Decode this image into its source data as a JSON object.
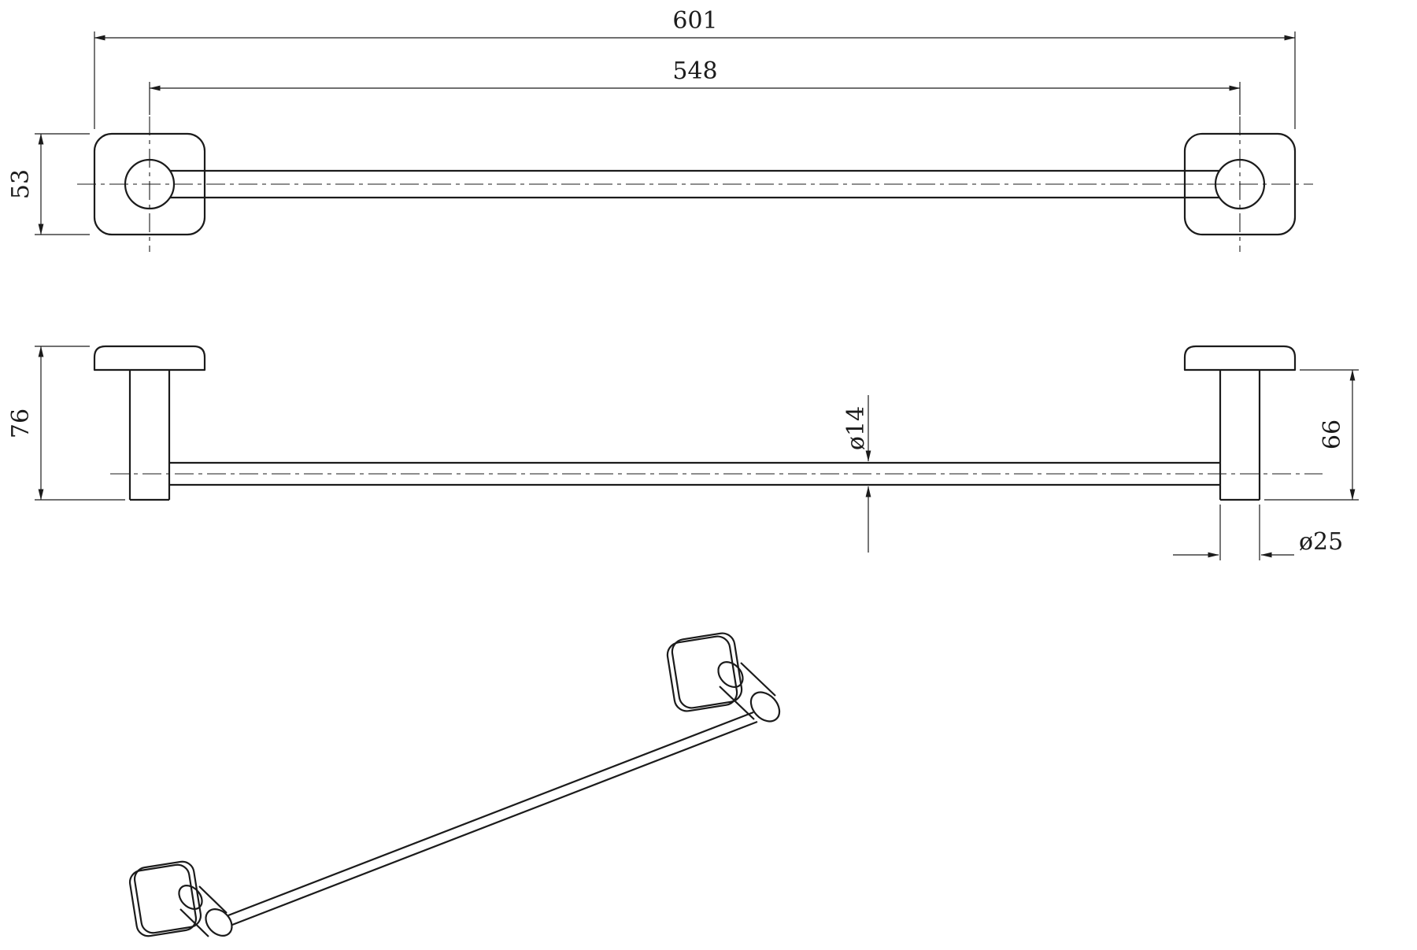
{
  "page": {
    "background_color": "#ffffff",
    "line_color": "#1b1b1b",
    "content": "towel-bar-technical-drawing"
  },
  "front_view": {
    "dim_overall_width": "601",
    "dim_mount_centers": "548",
    "dim_plate_height": "53"
  },
  "side_view": {
    "dim_total_height": "76",
    "dim_post_height": "66",
    "dim_bar_diameter": "ø14",
    "dim_post_diameter": "ø25"
  }
}
